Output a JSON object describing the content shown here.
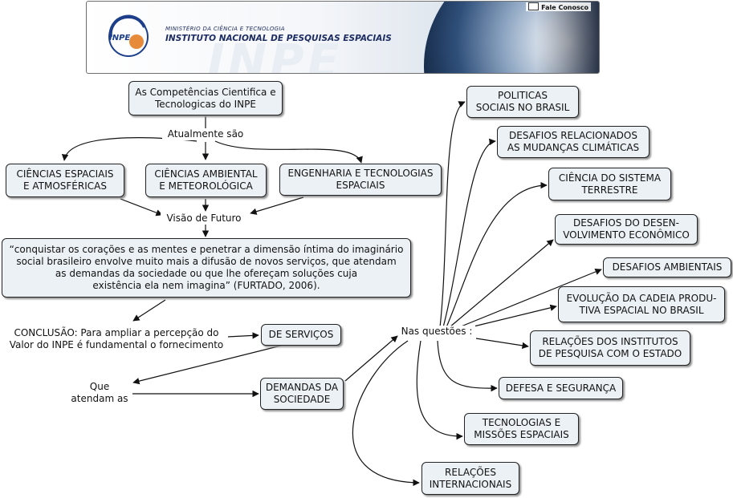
{
  "header": {
    "ministry": "MINISTÉRIO DA CIÊNCIA E TECNOLOGIA",
    "institute": "INSTITUTO NACIONAL DE PESQUISAS ESPACIAIS",
    "logo_text": "INPE",
    "watermark": "INPE",
    "contact_link": "Fale Conosco"
  },
  "colors": {
    "node_fill": "#ebf1f5",
    "node_border": "#222222",
    "link": "#111111",
    "brand": "#1d2d63"
  },
  "concepts": {
    "root": "As Competências Cientifica e\nTecnologicas  do INPE",
    "ciencias_espaciais": "CIÊNCIAS ESPACIAIS\nE ATMOSFÉRICAS",
    "ciencias_ambiental": "CIÊNCIAS AMBIENTAL\nE METEOROLÓGICA",
    "engenharia": "ENGENHARIA E TECNOLOGIAS\nESPACIAIS",
    "quote": "“conquistar os corações e as mentes e penetrar a dimensão íntima do imaginário\nsocial brasileiro envolve muito mais a difusão de novos serviços, que atendam\nas demandas da sociedade ou que lhe ofereçam soluções cuja\nexistência ela nem imagina” (FURTADO, 2006).",
    "de_servicos": "DE SERVIÇOS",
    "demandas": "DEMANDAS DA\nSOCIEDADE",
    "politicas": "POLITICAS\nSOCIAIS NO BRASIL",
    "desafios_climaticas": "DESAFIOS RELACIONADOS\nAS MUDANÇAS CLIMÁTICAS",
    "ciencia_sistema": "CIÊNCIA DO SISTEMA\nTERRESTRE",
    "desafios_desenvolvimento": "DESAFIOS DO DESEN-\nVOLVIMENTO ECONÔMICO",
    "desafios_ambientais": "DESAFIOS AMBIENTAIS",
    "cadeia_produtiva": "EVOLUÇÃO DA CADEIA PRODU-\nTIVA ESPACIAL NO BRASIL",
    "relacoes_institutos": "RELAÇÕES DOS INSTITUTOS\nDE PESQUISA COM O ESTADO",
    "defesa": "DEFESA E SEGURANÇA",
    "tecnologias_missoes": "TECNOLOGIAS E\nMISSÕES ESPACIAIS",
    "relacoes_internacionais": "RELAÇÕES\nINTERNACIONAIS"
  },
  "phrases": {
    "atualmente": "Atualmente são",
    "visao": "Visão de Futuro",
    "conclusao": "CONCLUSÃO: Para ampliar a percepção do\nValor do INPE é fundamental o fornecimento",
    "que_atendam": "Que\natendam as",
    "nas_questoes": "Nas questões :"
  }
}
